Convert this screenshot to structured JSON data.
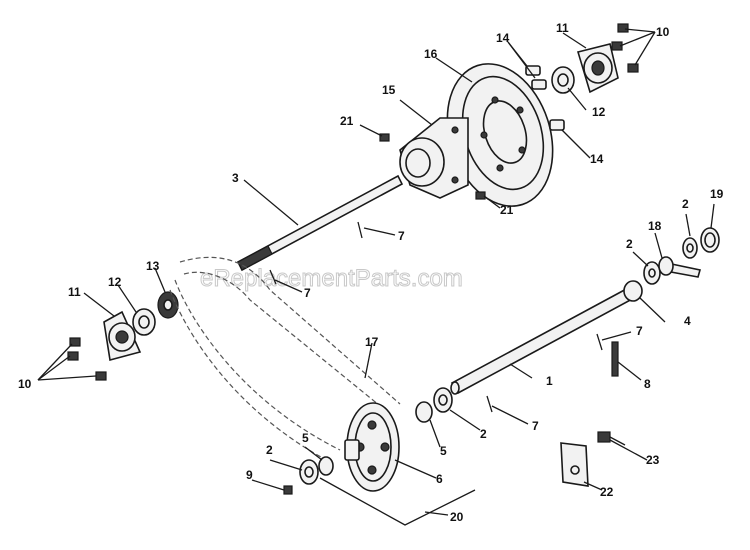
{
  "watermark": "eReplacementParts.com",
  "callouts": [
    {
      "id": "c1",
      "text": "1"
    },
    {
      "id": "c2a",
      "text": "2"
    },
    {
      "id": "c2b",
      "text": "2"
    },
    {
      "id": "c2c",
      "text": "2"
    },
    {
      "id": "c2d",
      "text": "2"
    },
    {
      "id": "c3",
      "text": "3"
    },
    {
      "id": "c4",
      "text": "4"
    },
    {
      "id": "c5a",
      "text": "5"
    },
    {
      "id": "c5b",
      "text": "5"
    },
    {
      "id": "c6",
      "text": "6"
    },
    {
      "id": "c7a",
      "text": "7"
    },
    {
      "id": "c7b",
      "text": "7"
    },
    {
      "id": "c7c",
      "text": "7"
    },
    {
      "id": "c7d",
      "text": "7"
    },
    {
      "id": "c8",
      "text": "8"
    },
    {
      "id": "c9",
      "text": "9"
    },
    {
      "id": "c10a",
      "text": "10"
    },
    {
      "id": "c10b",
      "text": "10"
    },
    {
      "id": "c11a",
      "text": "11"
    },
    {
      "id": "c11b",
      "text": "11"
    },
    {
      "id": "c12a",
      "text": "12"
    },
    {
      "id": "c12b",
      "text": "12"
    },
    {
      "id": "c13",
      "text": "13"
    },
    {
      "id": "c14a",
      "text": "14"
    },
    {
      "id": "c14b",
      "text": "14"
    },
    {
      "id": "c15",
      "text": "15"
    },
    {
      "id": "c16",
      "text": "16"
    },
    {
      "id": "c17",
      "text": "17"
    },
    {
      "id": "c18",
      "text": "18"
    },
    {
      "id": "c19",
      "text": "19"
    },
    {
      "id": "c20",
      "text": "20"
    },
    {
      "id": "c21a",
      "text": "21"
    },
    {
      "id": "c21b",
      "text": "21"
    },
    {
      "id": "c22",
      "text": "22"
    },
    {
      "id": "c23",
      "text": "23"
    }
  ]
}
